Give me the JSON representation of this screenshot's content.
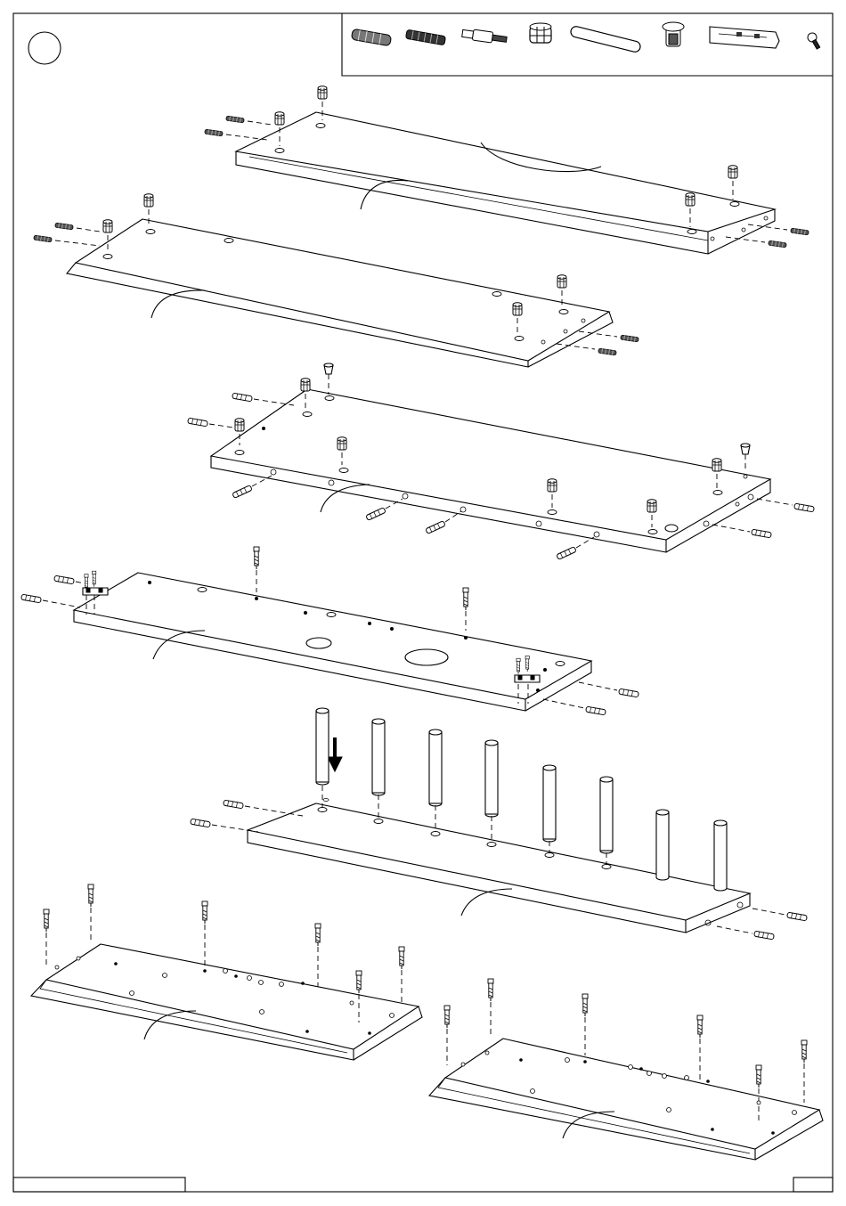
{
  "page": {
    "step_number": "",
    "footer_left_text": "",
    "footer_right_text": ""
  },
  "hardware_legend": {
    "items": [
      {
        "icon": "wooden-dowel-icon"
      },
      {
        "icon": "long-dowel-icon"
      },
      {
        "icon": "cam-bolt-icon"
      },
      {
        "icon": "cam-lock-icon"
      },
      {
        "icon": "rod-icon"
      },
      {
        "icon": "plastic-bushing-icon"
      },
      {
        "icon": "connector-bracket-icon"
      },
      {
        "icon": "screw-icon"
      }
    ]
  },
  "panels": [
    {
      "name": "top-board"
    },
    {
      "name": "upper-shelf-board"
    },
    {
      "name": "middle-shelf-board"
    },
    {
      "name": "lower-shelf-board"
    },
    {
      "name": "base-board-with-rods"
    },
    {
      "name": "left-bottom-plinth"
    },
    {
      "name": "right-bottom-plinth"
    }
  ]
}
